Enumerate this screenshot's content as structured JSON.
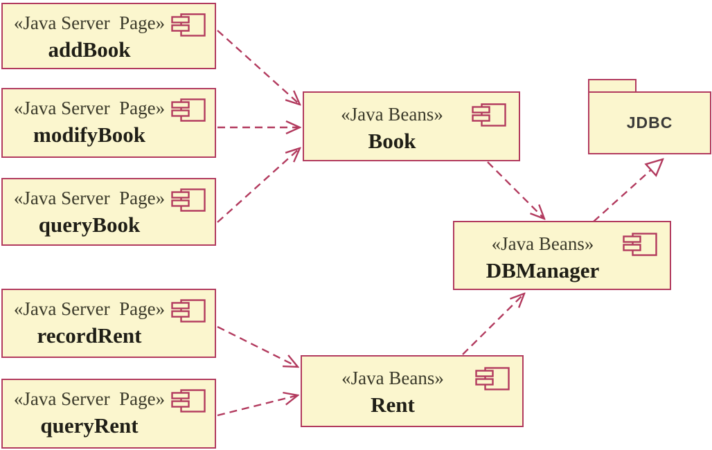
{
  "diagram": {
    "type": "uml-component-diagram",
    "colors": {
      "node_fill": "#FBF6CE",
      "node_stroke": "#B23A5E",
      "name_text": "#1F1E16",
      "stereotype_text": "#3B3A2A",
      "package_text": "#3A3A38"
    },
    "nodes": {
      "addBook": {
        "kind": "component",
        "stereotype": "«Java Server  Page»",
        "name": "addBook"
      },
      "modifyBook": {
        "kind": "component",
        "stereotype": "«Java Server  Page»",
        "name": "modifyBook"
      },
      "queryBook": {
        "kind": "component",
        "stereotype": "«Java Server  Page»",
        "name": "queryBook"
      },
      "recordRent": {
        "kind": "component",
        "stereotype": "«Java Server  Page»",
        "name": "recordRent"
      },
      "queryRent": {
        "kind": "component",
        "stereotype": "«Java Server  Page»",
        "name": "queryRent"
      },
      "book": {
        "kind": "component",
        "stereotype": "«Java Beans»",
        "name": "Book"
      },
      "rent": {
        "kind": "component",
        "stereotype": "«Java Beans»",
        "name": "Rent"
      },
      "dbmanager": {
        "kind": "component",
        "stereotype": "«Java Beans»",
        "name": "DBManager"
      },
      "jdbc": {
        "kind": "package",
        "name": "JDBC"
      }
    },
    "edges": [
      {
        "from": "addBook",
        "to": "Book",
        "style": "dashed-open-arrow"
      },
      {
        "from": "modifyBook",
        "to": "Book",
        "style": "dashed-open-arrow"
      },
      {
        "from": "queryBook",
        "to": "Book",
        "style": "dashed-open-arrow"
      },
      {
        "from": "recordRent",
        "to": "Rent",
        "style": "dashed-open-arrow"
      },
      {
        "from": "queryRent",
        "to": "Rent",
        "style": "dashed-open-arrow"
      },
      {
        "from": "Book",
        "to": "DBManager",
        "style": "dashed-open-arrow"
      },
      {
        "from": "Rent",
        "to": "DBManager",
        "style": "dashed-open-arrow"
      },
      {
        "from": "DBManager",
        "to": "JDBC",
        "style": "dashed-hollow-triangle"
      }
    ]
  }
}
